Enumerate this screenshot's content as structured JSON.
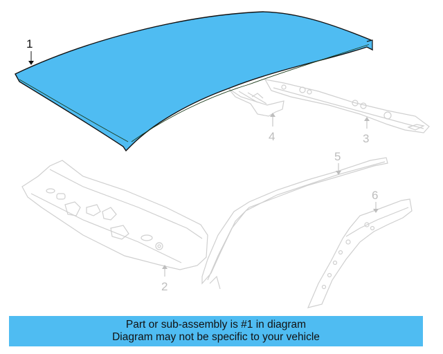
{
  "diagram": {
    "highlight_color": "#4fbcf2",
    "ghost_color": "#c8c8c8",
    "callouts": [
      {
        "number": "1",
        "part": "roof-panel",
        "highlighted": true
      },
      {
        "number": "2",
        "part": "front-header",
        "highlighted": false
      },
      {
        "number": "3",
        "part": "rear-header",
        "highlighted": false
      },
      {
        "number": "4",
        "part": "roof-bow",
        "highlighted": false
      },
      {
        "number": "5",
        "part": "roof-side-rail",
        "highlighted": false
      },
      {
        "number": "6",
        "part": "rear-pillar-reinforcement",
        "highlighted": false
      }
    ]
  },
  "banner": {
    "line1": "Part or sub-assembly is #1 in diagram",
    "line2": "Diagram may not be specific to your vehicle"
  }
}
